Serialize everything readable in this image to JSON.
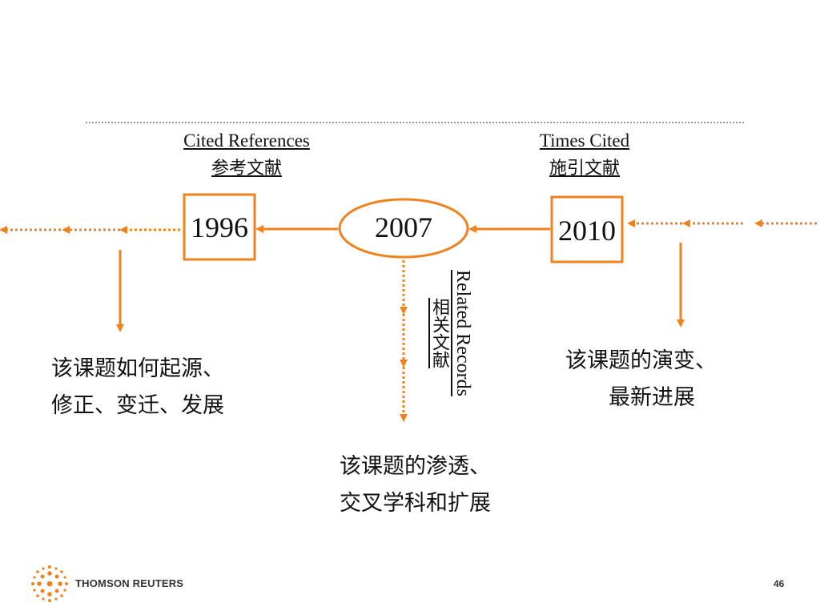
{
  "colors": {
    "accent": "#f0821e",
    "text": "#111111",
    "divider": "#555555"
  },
  "cited_references": {
    "en": "Cited References",
    "zh": "参考文献"
  },
  "times_cited": {
    "en": "Times Cited",
    "zh": "施引文献"
  },
  "related_records": {
    "en": "Related Records",
    "zh": "相关文献"
  },
  "years": {
    "past": "1996",
    "current": "2007",
    "future": "2010"
  },
  "descriptions": {
    "origin": [
      "该课题如何起源、",
      "修正、变迁、发展"
    ],
    "evolution": [
      "该课题的演变、",
      "最新进展"
    ],
    "interdisciplinary": [
      "该课题的渗透、",
      "交叉学科和扩展"
    ]
  },
  "footer": {
    "brand": "THOMSON REUTERS",
    "logo_icon": "thomson-reuters-logo-icon",
    "page_number": "46"
  }
}
